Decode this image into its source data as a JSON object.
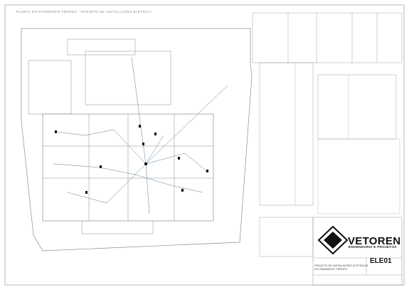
{
  "plan": {
    "title": "PLANTA DO PAVIMENTO TÉRREO - PROJETO DE INSTALAÇÕES ELÉTRICA"
  },
  "title_block": {
    "company": "VETOREN",
    "company_subtitle": "ENGENHARIA E PROJETOS",
    "sheet_code": "ELE01",
    "project_line_1": "PROJETO DE INSTALAÇÕES ELÉTRICAS",
    "project_line_2": "DO PAVIMENTO TÉRREO"
  },
  "colors": {
    "paper": "#ffffff",
    "linework": "#8c8c8c",
    "wiring": "#4a6f8a",
    "symbols": "#111111"
  }
}
